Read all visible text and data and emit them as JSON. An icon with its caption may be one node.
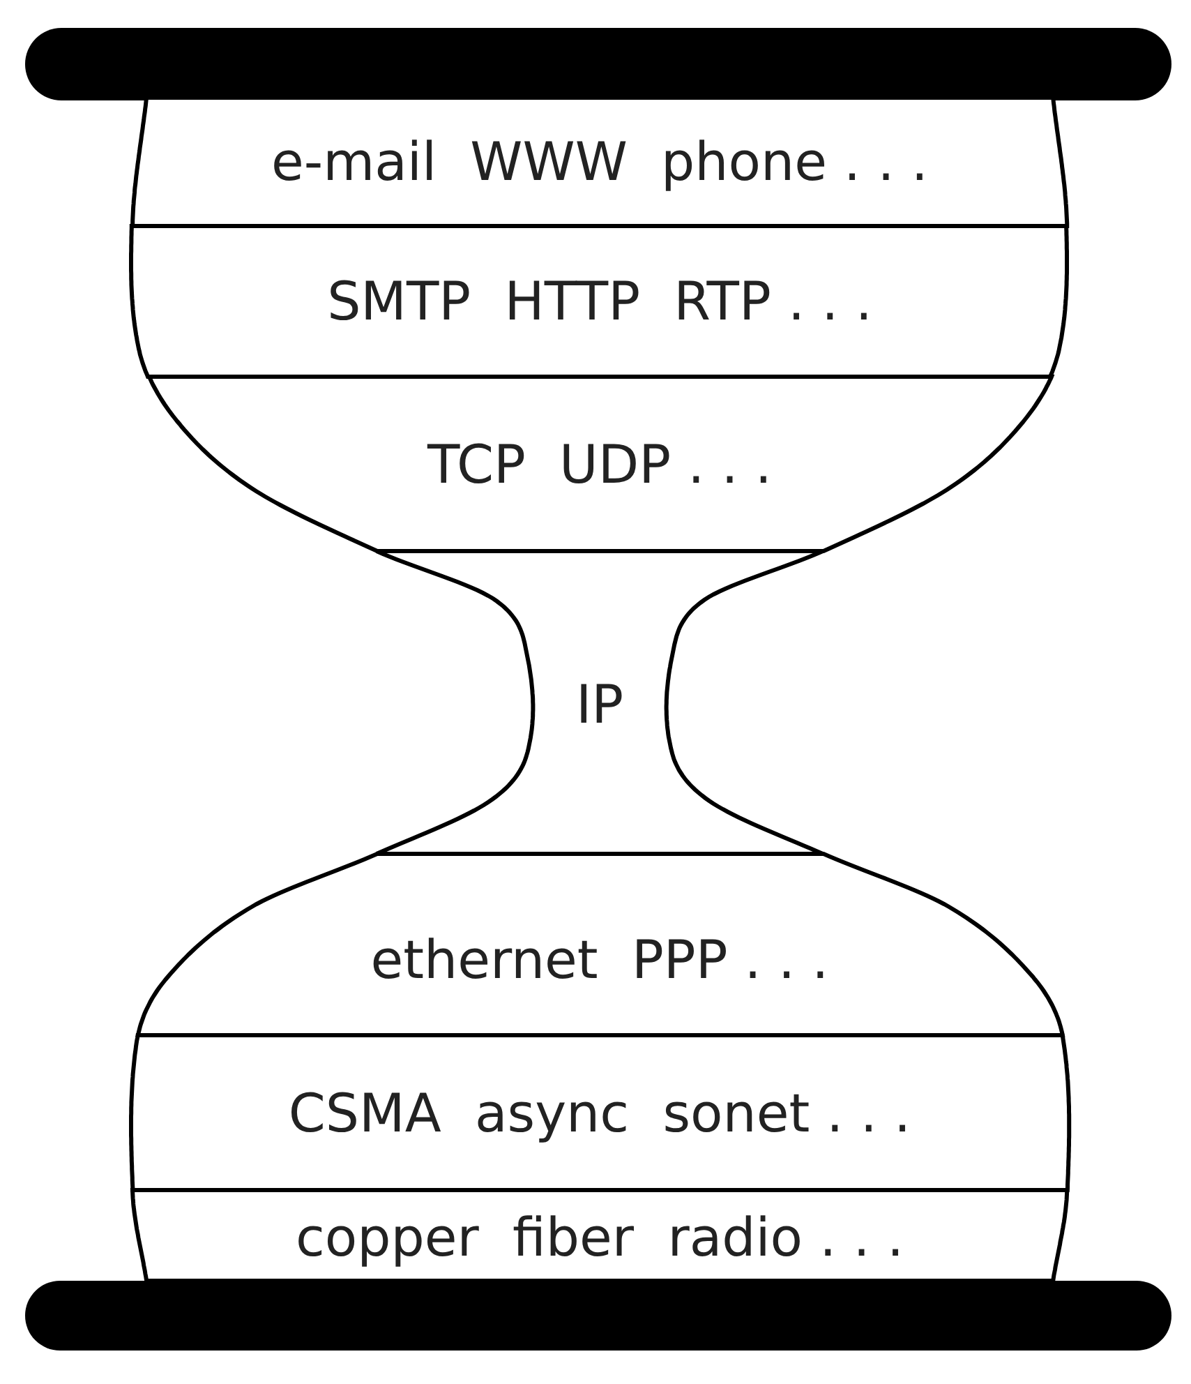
{
  "diagram": {
    "nodes": [
      {
        "text": [],
        "shape": "bar"
      },
      {
        "text": [
          "e-mail  WWW  phone . . ."
        ]
      },
      {
        "text": [
          "SMTP  HTTP  RTP . . ."
        ]
      },
      {
        "text": [
          "TCP  UDP . . ."
        ]
      },
      {
        "text": [
          "IP"
        ]
      },
      {
        "text": [
          "ethernet  PPP . . ."
        ]
      },
      {
        "text": [
          "CSMA  async  sonet . . ."
        ]
      },
      {
        "text": [
          "copper  fiber  radio . . ."
        ]
      },
      {
        "text": [],
        "shape": "bar"
      }
    ]
  }
}
